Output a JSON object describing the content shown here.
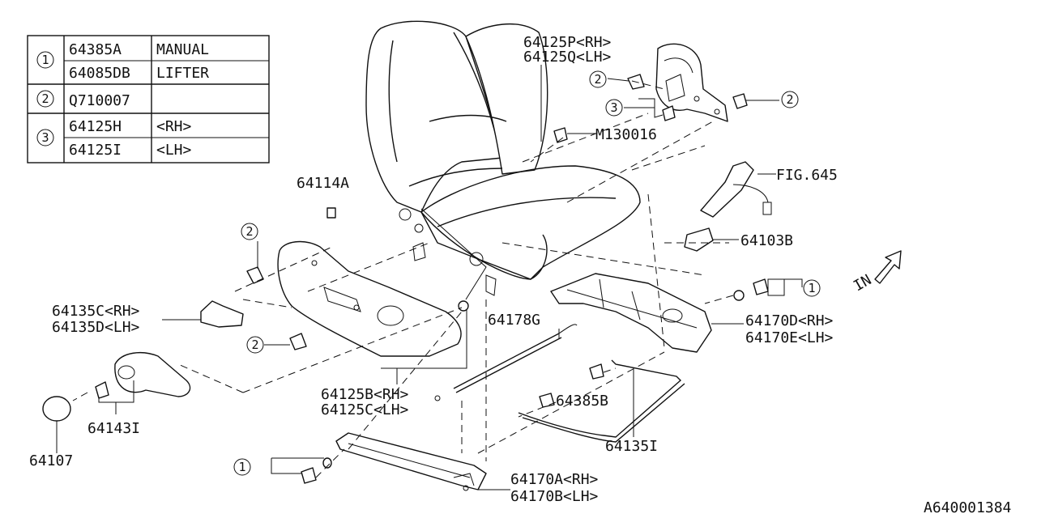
{
  "legend": {
    "rows": [
      {
        "ref": "1",
        "part": "64385A",
        "desc": "MANUAL"
      },
      {
        "ref": "",
        "part": "64085DB",
        "desc": "LIFTER"
      },
      {
        "ref": "2",
        "part": "Q710007",
        "desc": ""
      },
      {
        "ref": "3",
        "part": "64125H",
        "desc": "<RH>"
      },
      {
        "ref": "",
        "part": "64125I",
        "desc": "<LH>"
      }
    ]
  },
  "callouts": {
    "c1": "1",
    "c2": "2",
    "c3": "3"
  },
  "labels": {
    "p64125P": "64125P<RH>",
    "p64125Q": "64125Q<LH>",
    "m130016": "M130016",
    "fig645": "FIG.645",
    "p64114A": "64114A",
    "p64103B": "64103B",
    "p64135C": "64135C<RH>",
    "p64135D": "64135D<LH>",
    "p64178G": "64178G",
    "p64170D": "64170D<RH>",
    "p64170E": "64170E<LH>",
    "p64125B": "64125B<RH>",
    "p64125C": "64125C<LH>",
    "p64385B": "64385B",
    "p64143I": "64143I",
    "p64107": "64107",
    "p64135I": "64135I",
    "p64170A": "64170A<RH>",
    "p64170B": "64170B<LH>",
    "in_arrow": "IN",
    "drawing_id": "A640001384"
  }
}
